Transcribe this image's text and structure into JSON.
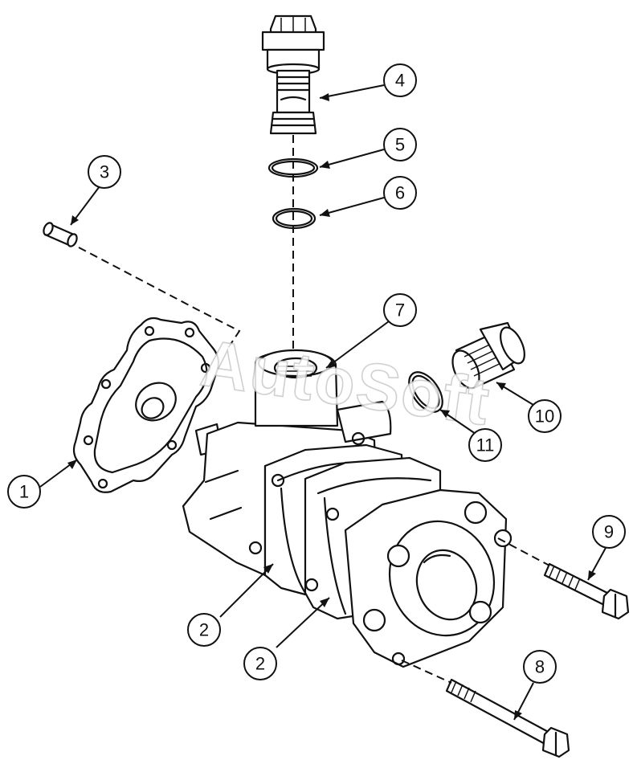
{
  "watermark": "AutoSoft",
  "callouts": [
    "1",
    "2",
    "2",
    "3",
    "4",
    "5",
    "6",
    "7",
    "8",
    "9",
    "10",
    "11"
  ]
}
